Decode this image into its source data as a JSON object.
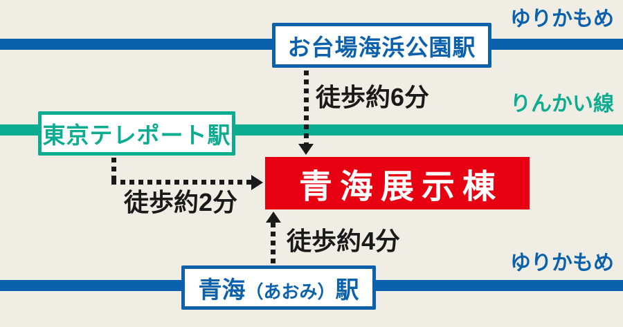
{
  "diagram": {
    "venue": {
      "name": "青海展示棟",
      "bg_color": "#E60012",
      "text_color": "#FFFFFF"
    },
    "lines": [
      {
        "id": "yurikamome-top",
        "label": "ゆりかもめ",
        "color": "#0C61AC"
      },
      {
        "id": "rinkai",
        "label": "りんかい線",
        "color": "#0BAC90"
      },
      {
        "id": "yurikamome-bottom",
        "label": "ゆりかもめ",
        "color": "#0C61AC"
      }
    ],
    "stations": [
      {
        "id": "odaiba-kaihinkoen",
        "name": "お台場海浜公園駅",
        "line": "ゆりかもめ",
        "color": "#0C61AC"
      },
      {
        "id": "tokyo-teleport",
        "name": "東京テレポート駅",
        "line": "りんかい線",
        "color": "#0BAC90"
      },
      {
        "id": "aomi",
        "name": "青海（あおみ）駅",
        "name_main": "青海",
        "name_reading": "（あおみ）",
        "name_suffix": "駅",
        "line": "ゆりかもめ",
        "color": "#0C61AC"
      }
    ],
    "routes": [
      {
        "from": "お台場海浜公園駅",
        "to": "青海展示棟",
        "walk_label": "徒歩約6分",
        "direction": "down"
      },
      {
        "from": "東京テレポート駅",
        "to": "青海展示棟",
        "walk_label": "徒歩約2分",
        "direction": "right"
      },
      {
        "from": "青海（あおみ）駅",
        "to": "青海展示棟",
        "walk_label": "徒歩約4分",
        "direction": "up"
      }
    ],
    "colors": {
      "background": "#F0EDE4",
      "yurikamome_blue": "#0C61AC",
      "rinkai_teal": "#0BAC90",
      "venue_red": "#E60012",
      "arrow_black": "#1A1A1A"
    }
  }
}
